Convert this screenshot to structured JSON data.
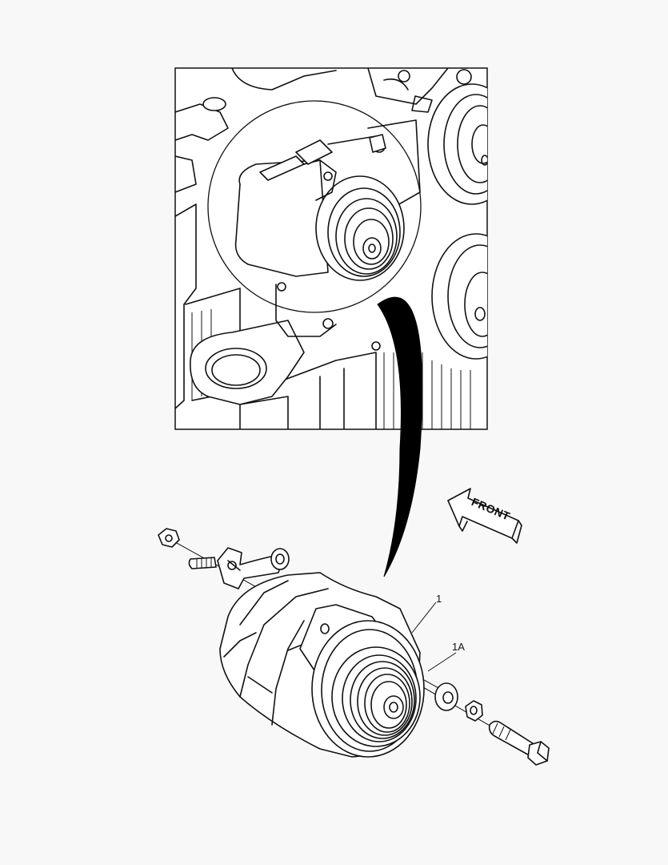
{
  "callouts": {
    "alternator_label": "1",
    "spacer_label": "1A"
  },
  "direction_arrow": {
    "label": "FRONT"
  },
  "colors": {
    "background": "#f8f8f8",
    "ink": "#111111",
    "leader_fill": "#000000"
  }
}
